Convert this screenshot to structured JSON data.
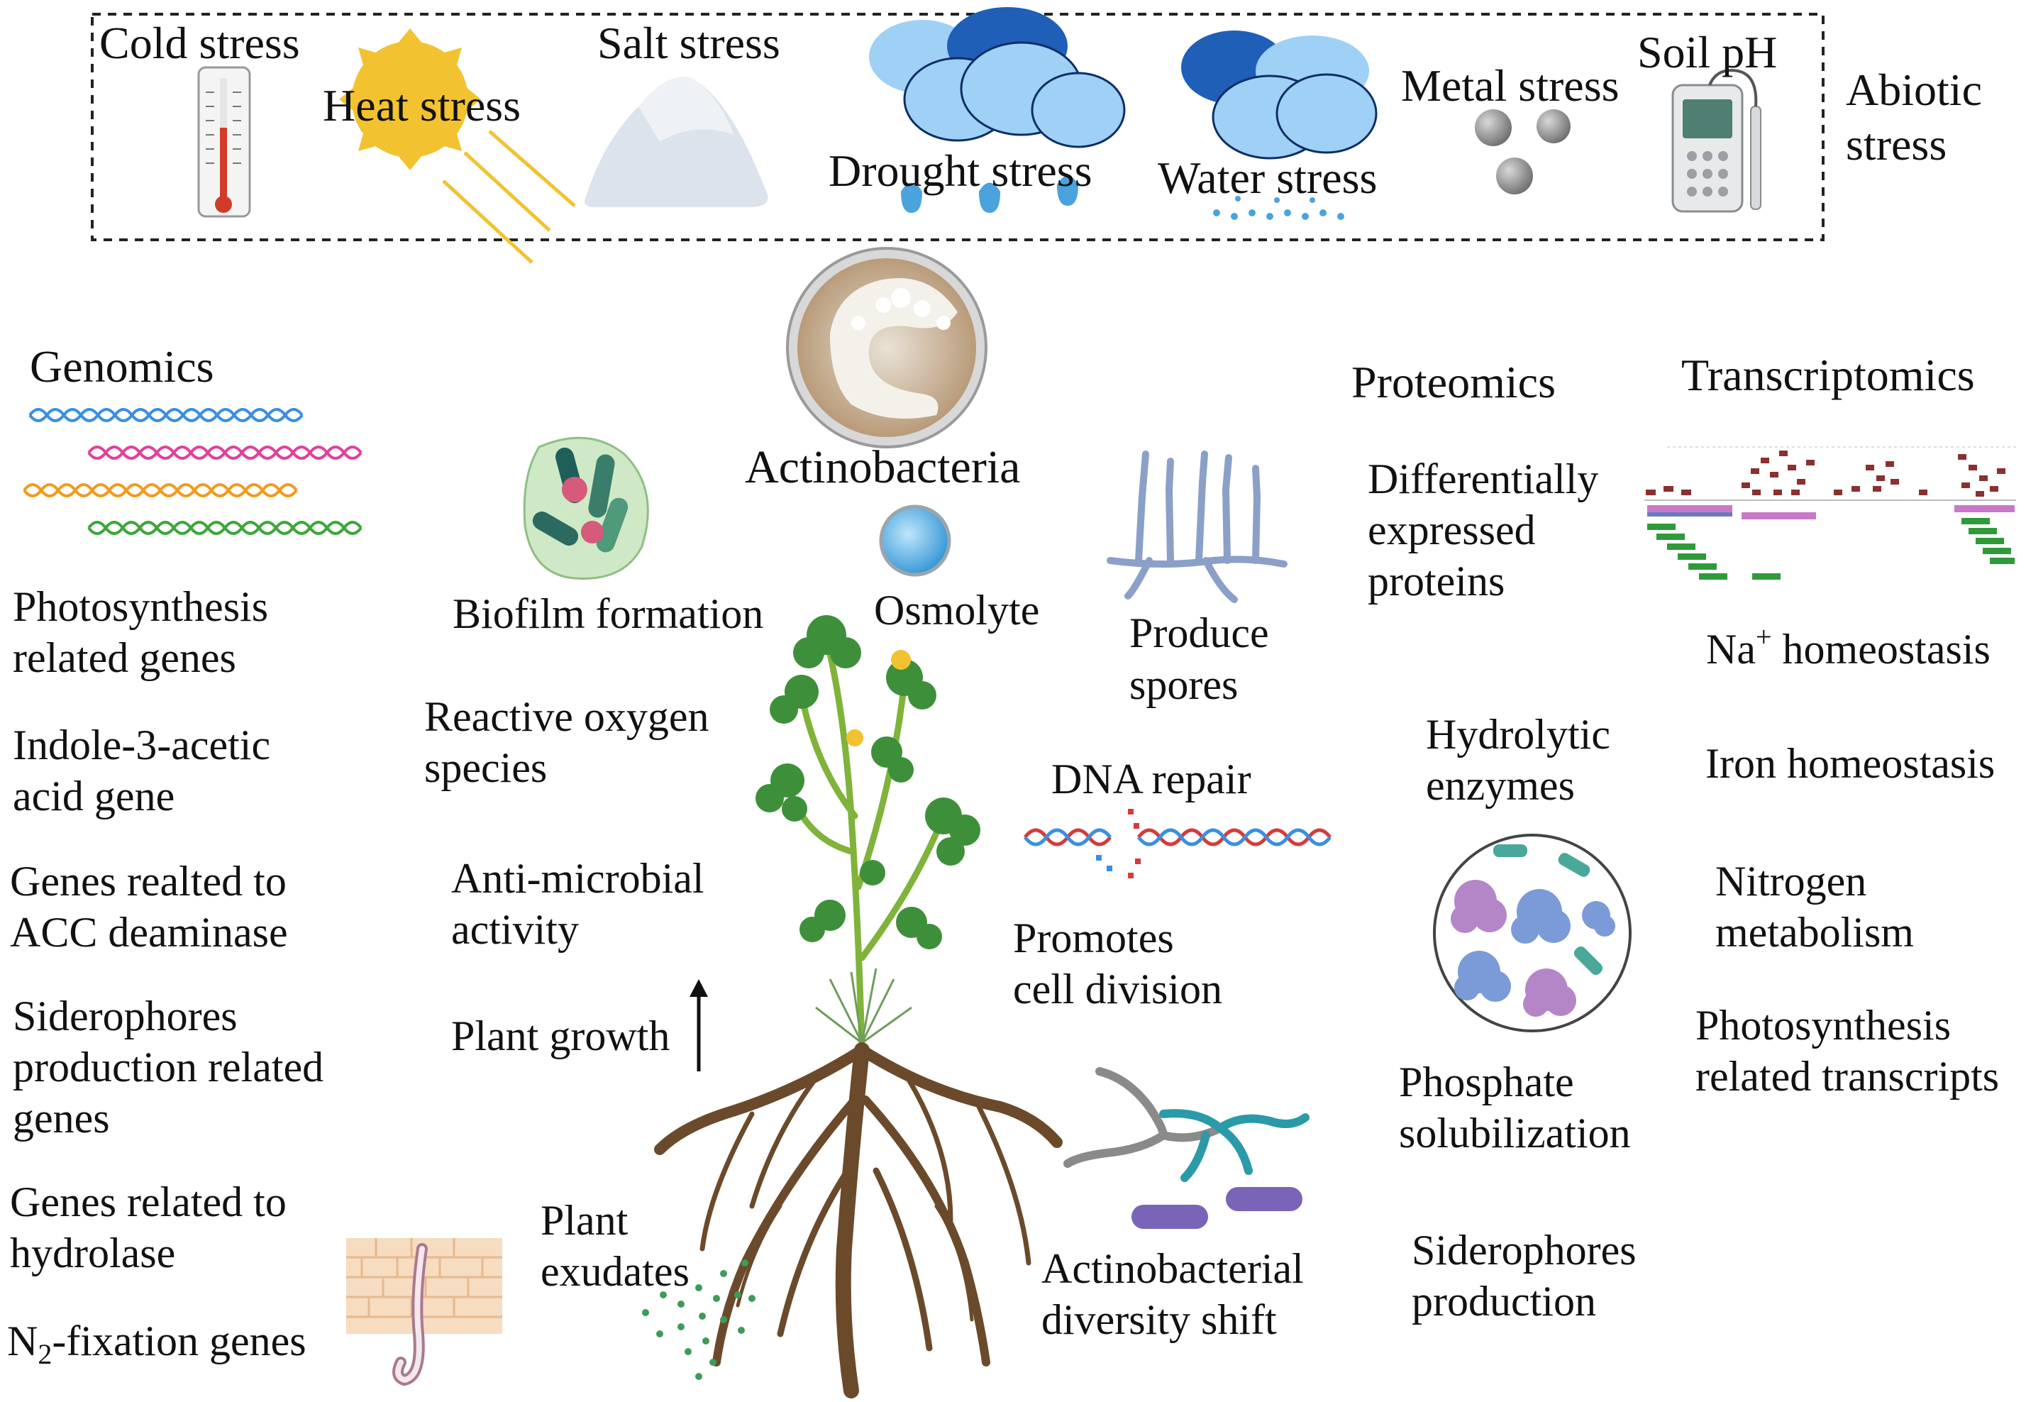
{
  "stresses": {
    "cold": "Cold stress",
    "heat": "Heat stress",
    "salt": "Salt stress",
    "drought": "Drought stress",
    "water": "Water stress",
    "metal": "Metal stress",
    "soil_ph": "Soil pH",
    "abiotic_l1": "Abiotic",
    "abiotic_l2": "stress"
  },
  "center": {
    "actinobacteria": "Actinobacteria",
    "biofilm": "Biofilm formation",
    "osmolyte": "Osmolyte",
    "spores_l1": "Produce",
    "spores_l2": "spores",
    "ros_l1": "Reactive oxygen",
    "ros_l2": "species",
    "dna_repair": "DNA repair",
    "antimicrobial_l1": "Anti-microbial",
    "antimicrobial_l2": "activity",
    "cell_division_l1": "Promotes",
    "cell_division_l2": "cell division",
    "plant_growth": "Plant growth",
    "exudates_l1": "Plant",
    "exudates_l2": "exudates",
    "diversity_l1": "Actinobacterial",
    "diversity_l2": "diversity shift"
  },
  "genomics": {
    "title": "Genomics",
    "photosyn_l1": "Photosynthesis",
    "photosyn_l2": "related genes",
    "iaa_l1": "Indole-3-acetic",
    "iaa_l2": "acid gene",
    "acc_l1": "Genes realted to",
    "acc_l2": "ACC deaminase",
    "sidero_l1": "Siderophores",
    "sidero_l2": "production related",
    "sidero_l3": "genes",
    "hydro_l1": "Genes related to",
    "hydro_l2": "hydrolase",
    "n2_prefix": "N",
    "n2_sub": "2",
    "n2_suffix": "-fixation genes"
  },
  "proteomics": {
    "title": "Proteomics",
    "dep_l1": "Differentially",
    "dep_l2": "expressed",
    "dep_l3": "proteins",
    "hydrolytic_l1": "Hydrolytic",
    "hydrolytic_l2": "enzymes",
    "phosphate_l1": "Phosphate",
    "phosphate_l2": "solubilization",
    "sidero_l1": "Siderophores",
    "sidero_l2": "production"
  },
  "transcriptomics": {
    "title": "Transcriptomics",
    "na_prefix": "Na",
    "na_sup": "+",
    "na_suffix": " homeostasis",
    "iron": "Iron homeostasis",
    "nitrogen_l1": "Nitrogen",
    "nitrogen_l2": "metabolism",
    "photosyn_l1": "Photosynthesis",
    "photosyn_l2": "related transcripts"
  },
  "colors": {
    "sun": "#f2c230",
    "cloud_light": "#9fd0f5",
    "cloud_dark": "#1f5fb8",
    "dna_blue": "#3a8fe0",
    "dna_pink": "#e0419a",
    "dna_orange": "#f29a1f",
    "dna_green": "#3ea63a",
    "leaf": "#3e8f3a",
    "root": "#6b4a2b"
  }
}
